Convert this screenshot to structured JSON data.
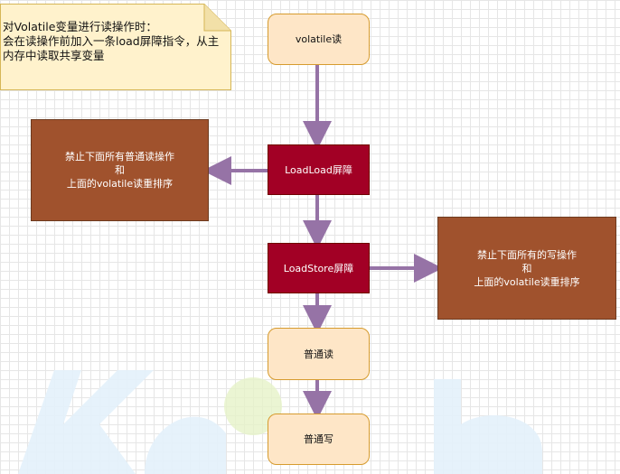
{
  "note": {
    "text": "对Volatile变量进行读操作时：\n会在读操作前加入一条load屏障指令，从主内存中读取共享变量"
  },
  "nodes": {
    "volatile_read": "volatile读",
    "loadload_barrier": "LoadLoad屏障",
    "loadstore_barrier": "LoadStore屏障",
    "normal_read": "普通读",
    "normal_write": "普通写"
  },
  "comments": {
    "loadload": {
      "line1": "禁止下面所有普通读操作",
      "line2": "和",
      "line3": "上面的volatile读重排序"
    },
    "loadstore": {
      "line1": "禁止下面所有的写操作",
      "line2": "和",
      "line3": "上面的volatile读重排序"
    }
  },
  "colors": {
    "arrow": "#9673a6",
    "orange_fill": "#fee6c7",
    "orange_border": "#d69b2e",
    "barrier_fill": "#a20025",
    "comment_fill": "#a0522d",
    "note_fill": "#fff2cc"
  }
}
